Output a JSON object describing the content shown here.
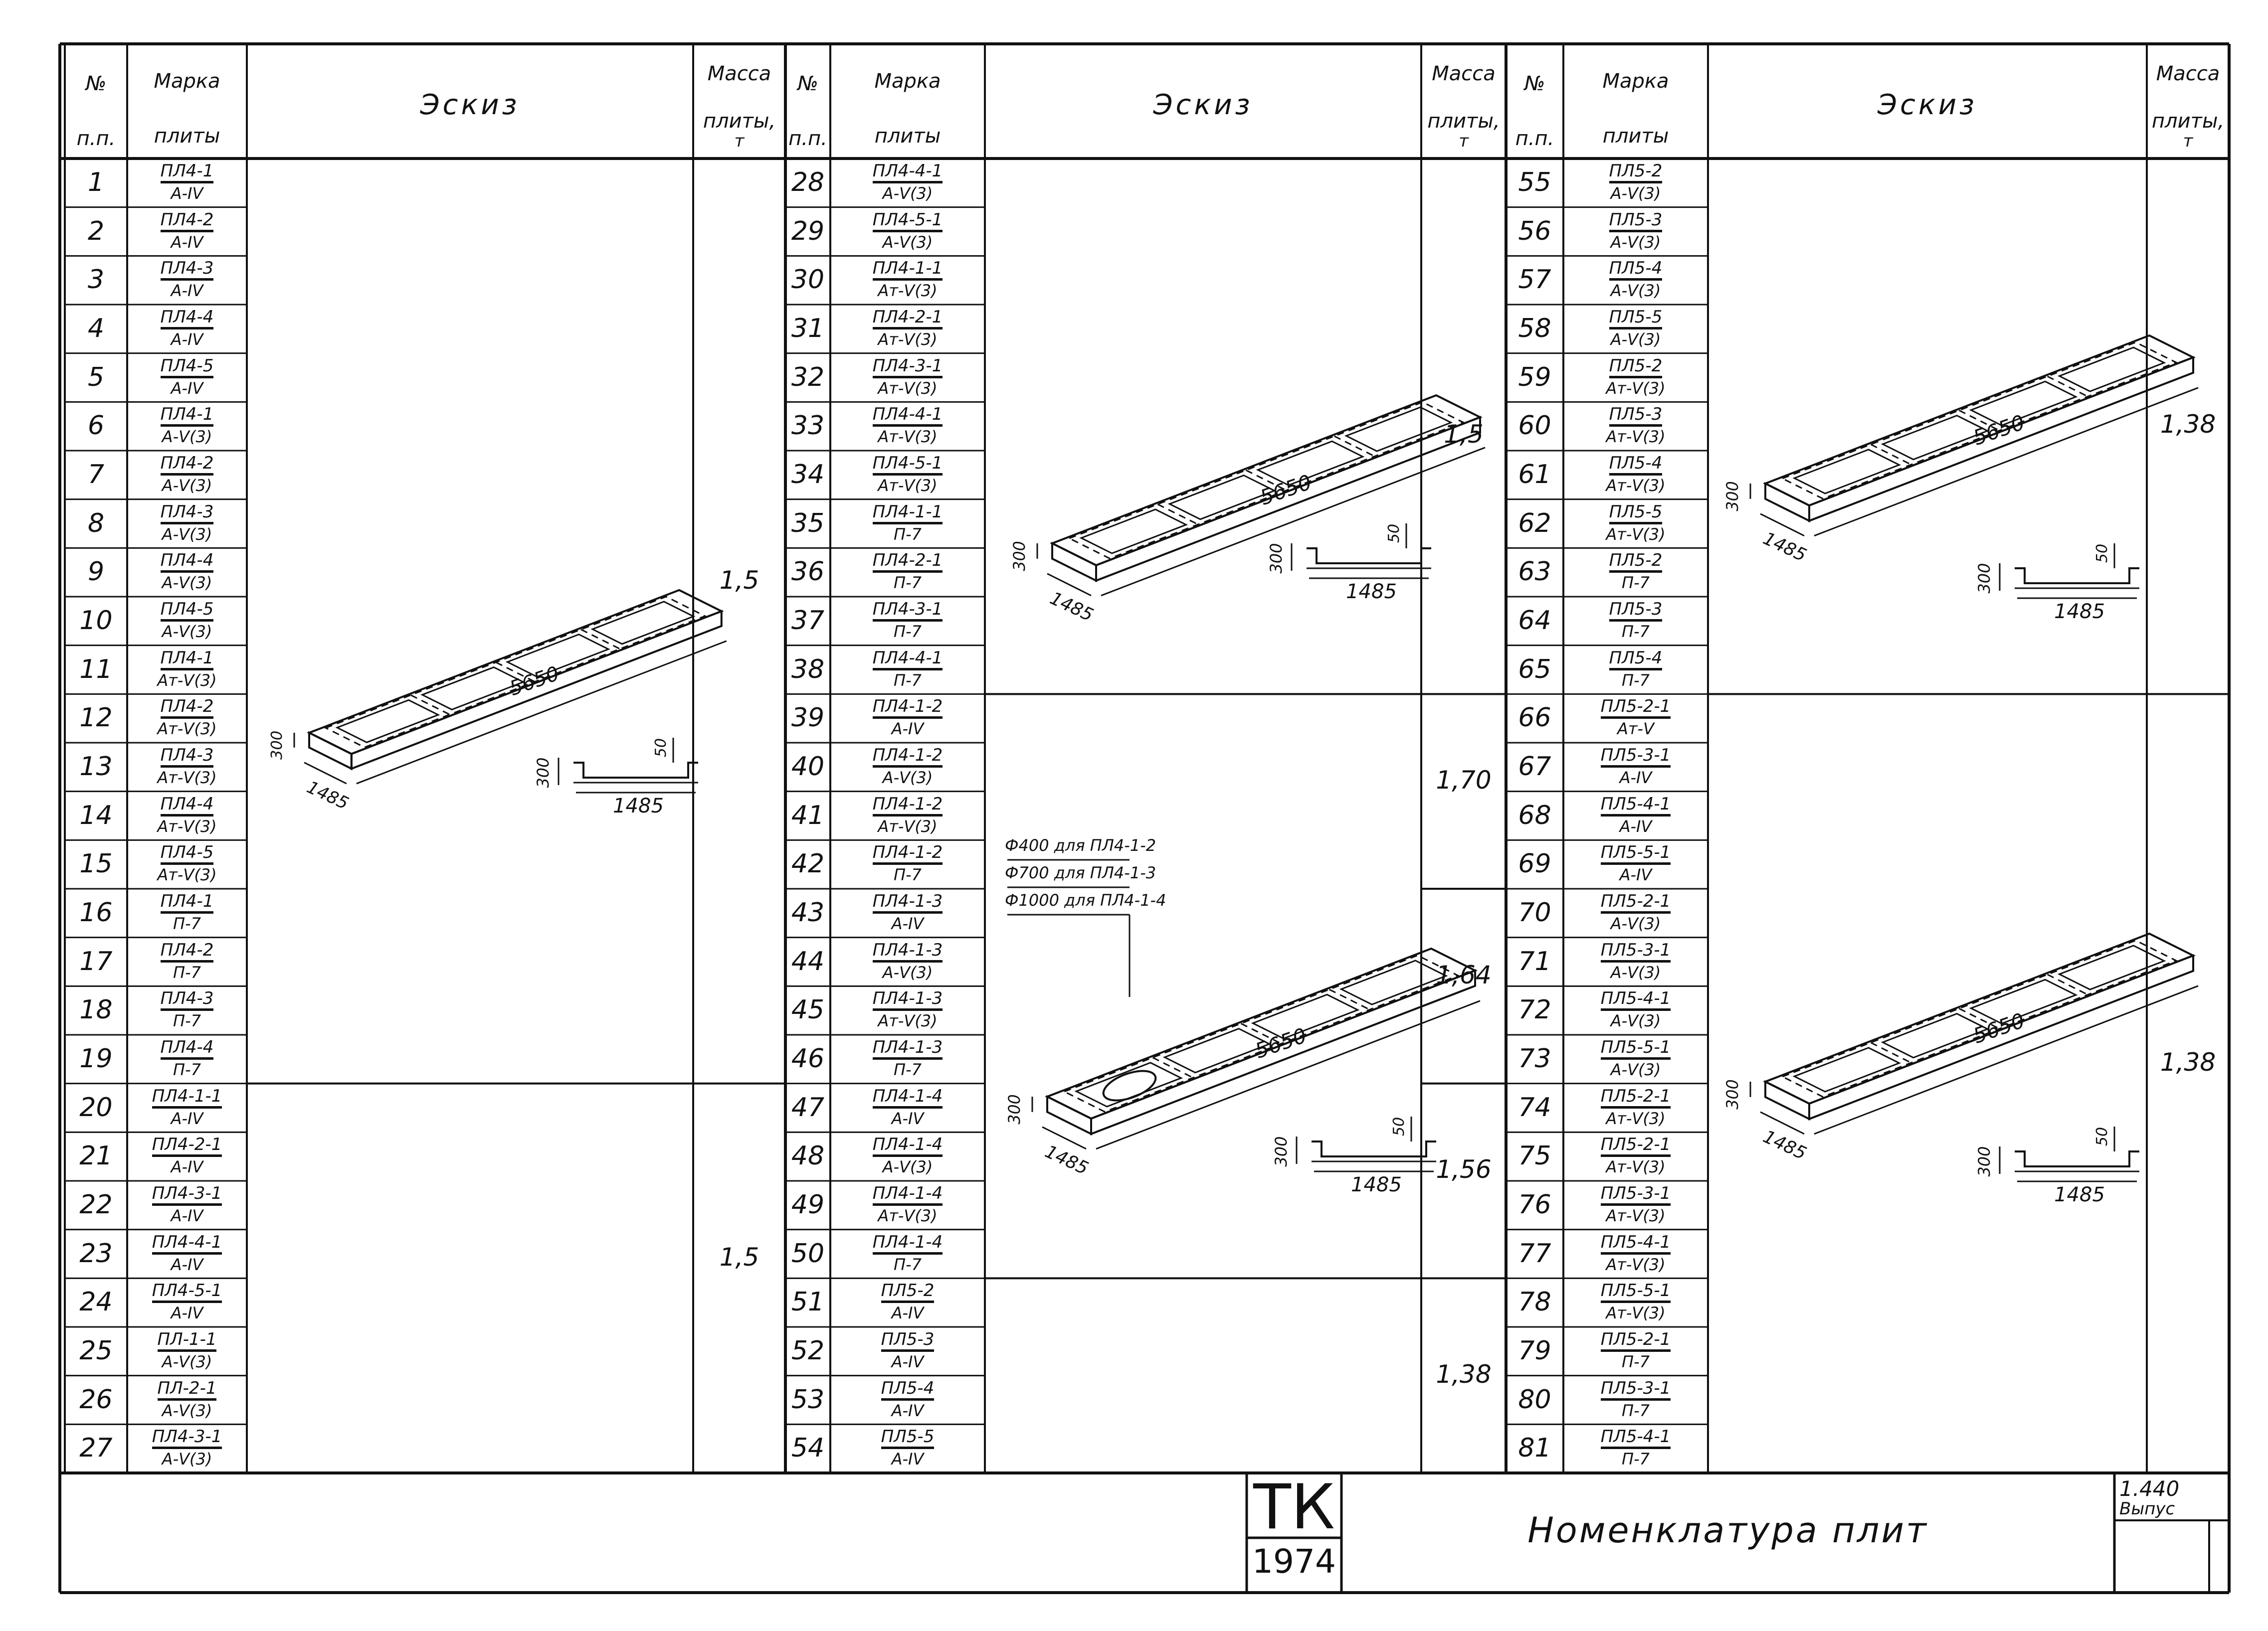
{
  "headers": {
    "no_line1": "№",
    "no_line2": "п.п.",
    "mark_line1": "Марка",
    "mark_line2": "плиты",
    "sketch": "Эскиз",
    "mass_line1": "Масса",
    "mass_line2": "плиты,",
    "mass_unit": "т"
  },
  "groups": [
    {
      "rows": [
        {
          "n": "1",
          "top": "ПЛ4-1",
          "bot": "А-IV"
        },
        {
          "n": "2",
          "top": "ПЛ4-2",
          "bot": "А-IV"
        },
        {
          "n": "3",
          "top": "ПЛ4-3",
          "bot": "А-IV"
        },
        {
          "n": "4",
          "top": "ПЛ4-4",
          "bot": "А-IV"
        },
        {
          "n": "5",
          "top": "ПЛ4-5",
          "bot": "А-IV"
        },
        {
          "n": "6",
          "top": "ПЛ4-1",
          "bot": "А-V(3)"
        },
        {
          "n": "7",
          "top": "ПЛ4-2",
          "bot": "А-V(3)"
        },
        {
          "n": "8",
          "top": "ПЛ4-3",
          "bot": "А-V(3)"
        },
        {
          "n": "9",
          "top": "ПЛ4-4",
          "bot": "А-V(3)"
        },
        {
          "n": "10",
          "top": "ПЛ4-5",
          "bot": "А-V(3)"
        },
        {
          "n": "11",
          "top": "ПЛ4-1",
          "bot": "Ат-V(3)"
        },
        {
          "n": "12",
          "top": "ПЛ4-2",
          "bot": "Ат-V(3)"
        },
        {
          "n": "13",
          "top": "ПЛ4-3",
          "bot": "Ат-V(3)"
        },
        {
          "n": "14",
          "top": "ПЛ4-4",
          "bot": "Ат-V(3)"
        },
        {
          "n": "15",
          "top": "ПЛ4-5",
          "bot": "Ат-V(3)"
        },
        {
          "n": "16",
          "top": "ПЛ4-1",
          "bot": "П-7"
        },
        {
          "n": "17",
          "top": "ПЛ4-2",
          "bot": "П-7"
        },
        {
          "n": "18",
          "top": "ПЛ4-3",
          "bot": "П-7"
        },
        {
          "n": "19",
          "top": "ПЛ4-4",
          "bot": "П-7"
        },
        {
          "n": "20",
          "top": "ПЛ4-1-1",
          "bot": "А-IV"
        },
        {
          "n": "21",
          "top": "ПЛ4-2-1",
          "bot": "А-IV"
        },
        {
          "n": "22",
          "top": "ПЛ4-3-1",
          "bot": "А-IV"
        },
        {
          "n": "23",
          "top": "ПЛ4-4-1",
          "bot": "А-IV"
        },
        {
          "n": "24",
          "top": "ПЛ4-5-1",
          "bot": "А-IV"
        },
        {
          "n": "25",
          "top": "ПЛ-1-1",
          "bot": "А-V(3)"
        },
        {
          "n": "26",
          "top": "ПЛ-2-1",
          "bot": "А-V(3)"
        },
        {
          "n": "27",
          "top": "ПЛ4-3-1",
          "bot": "А-V(3)"
        }
      ],
      "masses": [
        "1,5",
        "1,5"
      ]
    },
    {
      "rows": [
        {
          "n": "28",
          "top": "ПЛ4-4-1",
          "bot": "А-V(3)"
        },
        {
          "n": "29",
          "top": "ПЛ4-5-1",
          "bot": "А-V(3)"
        },
        {
          "n": "30",
          "top": "ПЛ4-1-1",
          "bot": "Ат-V(3)"
        },
        {
          "n": "31",
          "top": "ПЛ4-2-1",
          "bot": "Ат-V(3)"
        },
        {
          "n": "32",
          "top": "ПЛ4-3-1",
          "bot": "Ат-V(3)"
        },
        {
          "n": "33",
          "top": "ПЛ4-4-1",
          "bot": "Ат-V(3)"
        },
        {
          "n": "34",
          "top": "ПЛ4-5-1",
          "bot": "Ат-V(3)"
        },
        {
          "n": "35",
          "top": "ПЛ4-1-1",
          "bot": "П-7"
        },
        {
          "n": "36",
          "top": "ПЛ4-2-1",
          "bot": "П-7"
        },
        {
          "n": "37",
          "top": "ПЛ4-3-1",
          "bot": "П-7"
        },
        {
          "n": "38",
          "top": "ПЛ4-4-1",
          "bot": "П-7"
        },
        {
          "n": "39",
          "top": "ПЛ4-1-2",
          "bot": "А-IV"
        },
        {
          "n": "40",
          "top": "ПЛ4-1-2",
          "bot": "А-V(3)"
        },
        {
          "n": "41",
          "top": "ПЛ4-1-2",
          "bot": "Ат-V(3)"
        },
        {
          "n": "42",
          "top": "ПЛ4-1-2",
          "bot": "П-7"
        },
        {
          "n": "43",
          "top": "ПЛ4-1-3",
          "bot": "А-IV"
        },
        {
          "n": "44",
          "top": "ПЛ4-1-3",
          "bot": "А-V(3)"
        },
        {
          "n": "45",
          "top": "ПЛ4-1-3",
          "bot": "Ат-V(3)"
        },
        {
          "n": "46",
          "top": "ПЛ4-1-3",
          "bot": "П-7"
        },
        {
          "n": "47",
          "top": "ПЛ4-1-4",
          "bot": "А-IV"
        },
        {
          "n": "48",
          "top": "ПЛ4-1-4",
          "bot": "А-V(3)"
        },
        {
          "n": "49",
          "top": "ПЛ4-1-4",
          "bot": "Ат-V(3)"
        },
        {
          "n": "50",
          "top": "ПЛ4-1-4",
          "bot": "П-7"
        },
        {
          "n": "51",
          "top": "ПЛ5-2",
          "bot": "А-IV"
        },
        {
          "n": "52",
          "top": "ПЛ5-3",
          "bot": "А-IV"
        },
        {
          "n": "53",
          "top": "ПЛ5-4",
          "bot": "А-IV"
        },
        {
          "n": "54",
          "top": "ПЛ5-5",
          "bot": "А-IV"
        }
      ],
      "masses": [
        "1,5",
        "1,70",
        "1,64",
        "1,56",
        "1,38"
      ],
      "hole_notes": [
        "Ф400 для ПЛ4-1-2",
        "Ф700 для ПЛ4-1-3",
        "Ф1000 для ПЛ4-1-4"
      ]
    },
    {
      "rows": [
        {
          "n": "55",
          "top": "ПЛ5-2",
          "bot": "А-V(3)"
        },
        {
          "n": "56",
          "top": "ПЛ5-3",
          "bot": "А-V(3)"
        },
        {
          "n": "57",
          "top": "ПЛ5-4",
          "bot": "А-V(3)"
        },
        {
          "n": "58",
          "top": "ПЛ5-5",
          "bot": "А-V(3)"
        },
        {
          "n": "59",
          "top": "ПЛ5-2",
          "bot": "Ат-V(3)"
        },
        {
          "n": "60",
          "top": "ПЛ5-3",
          "bot": "Ат-V(3)"
        },
        {
          "n": "61",
          "top": "ПЛ5-4",
          "bot": "Ат-V(3)"
        },
        {
          "n": "62",
          "top": "ПЛ5-5",
          "bot": "Ат-V(3)"
        },
        {
          "n": "63",
          "top": "ПЛ5-2",
          "bot": "П-7"
        },
        {
          "n": "64",
          "top": "ПЛ5-3",
          "bot": "П-7"
        },
        {
          "n": "65",
          "top": "ПЛ5-4",
          "bot": "П-7"
        },
        {
          "n": "66",
          "top": "ПЛ5-2-1",
          "bot": "Ат-V"
        },
        {
          "n": "67",
          "top": "ПЛ5-3-1",
          "bot": "А-IV"
        },
        {
          "n": "68",
          "top": "ПЛ5-4-1",
          "bot": "А-IV"
        },
        {
          "n": "69",
          "top": "ПЛ5-5-1",
          "bot": "А-IV"
        },
        {
          "n": "70",
          "top": "ПЛ5-2-1",
          "bot": "А-V(3)"
        },
        {
          "n": "71",
          "top": "ПЛ5-3-1",
          "bot": "А-V(3)"
        },
        {
          "n": "72",
          "top": "ПЛ5-4-1",
          "bot": "А-V(3)"
        },
        {
          "n": "73",
          "top": "ПЛ5-5-1",
          "bot": "А-V(3)"
        },
        {
          "n": "74",
          "top": "ПЛ5-2-1",
          "bot": "Ат-V(3)"
        },
        {
          "n": "75",
          "top": "ПЛ5-2-1",
          "bot": "Ат-V(3)"
        },
        {
          "n": "76",
          "top": "ПЛ5-3-1",
          "bot": "Ат-V(3)"
        },
        {
          "n": "77",
          "top": "ПЛ5-4-1",
          "bot": "Ат-V(3)"
        },
        {
          "n": "78",
          "top": "ПЛ5-5-1",
          "bot": "Ат-V(3)"
        },
        {
          "n": "79",
          "top": "ПЛ5-2-1",
          "bot": "П-7"
        },
        {
          "n": "80",
          "top": "ПЛ5-3-1",
          "bot": "П-7"
        },
        {
          "n": "81",
          "top": "ПЛ5-4-1",
          "bot": "П-7"
        }
      ],
      "masses": [
        "1,38",
        "1,38"
      ]
    }
  ],
  "dims": {
    "length": "5650",
    "width": "1485",
    "height": "300",
    "rib": "50"
  },
  "stamp": {
    "org": "ТК",
    "year": "1974",
    "title": "Номенклатура плит",
    "code": "1.440",
    "issue": "Выпус"
  },
  "colors": {
    "ink": "#111111",
    "paper": "#ffffff"
  }
}
